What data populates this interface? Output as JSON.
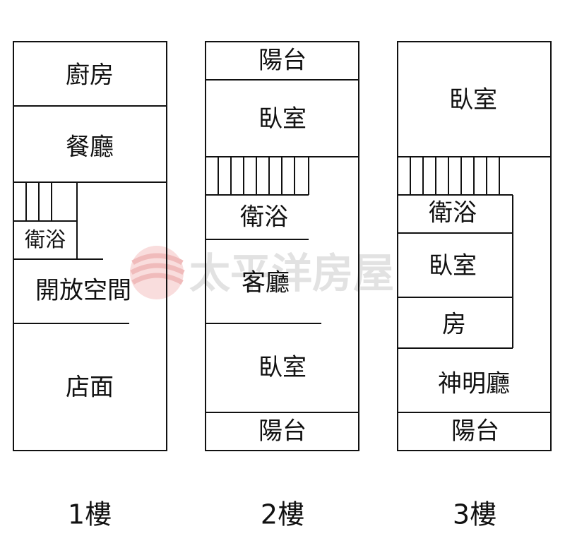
{
  "floors": [
    {
      "label": "1樓",
      "rooms": {
        "kitchen": "廚房",
        "dining": "餐廳",
        "bath": "衛浴",
        "open_space": "開放空間",
        "shop": "店面"
      }
    },
    {
      "label": "2樓",
      "rooms": {
        "balcony_top": "陽台",
        "bedroom_top": "臥室",
        "bath": "衛浴",
        "living": "客廳",
        "bedroom_bottom": "臥室",
        "balcony_bottom": "陽台"
      }
    },
    {
      "label": "3樓",
      "rooms": {
        "bedroom_top": "臥室",
        "bath": "衛浴",
        "bedroom_mid": "臥室",
        "room": "房",
        "shrine": "神明廳",
        "balcony": "陽台"
      }
    }
  ],
  "watermark": {
    "text": "太平洋房屋",
    "colors": {
      "logo": "#e06a6a",
      "text": "#e2e2e2"
    }
  }
}
